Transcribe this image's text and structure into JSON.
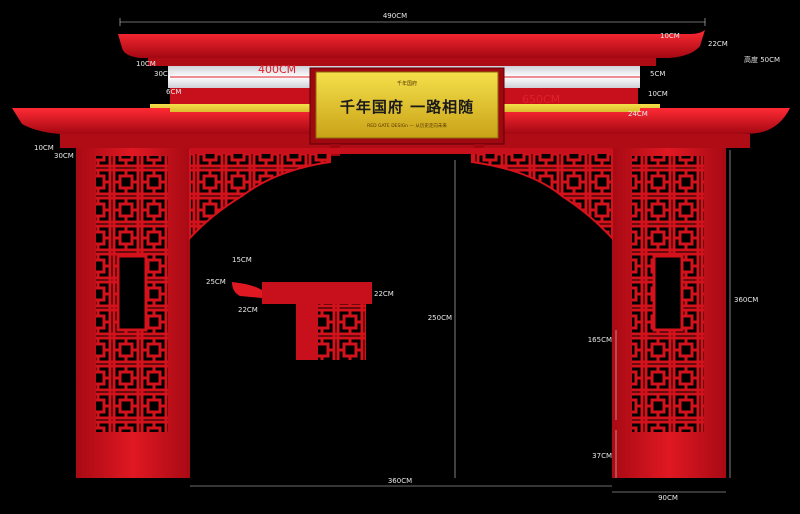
{
  "plaque": {
    "logo": "千年国府",
    "title": "千年国府  一路相随",
    "subtitle": "RED GATE DESIGn — 从历史走向未来"
  },
  "dimensions": {
    "top_width": "490CM",
    "roof_right_edge": "10CM",
    "roof_right_height": "22CM",
    "eave_side": "高度  50CM",
    "white_band": "400CM",
    "red_band": "650CM",
    "left_10": "10CM",
    "left_30": "30CM",
    "left_6": "6CM",
    "right_5": "5CM",
    "right_10": "10CM",
    "right_24": "24CM",
    "left_eave_10": "10CM",
    "left_eave_30": "30CM",
    "inner_height": "250CM",
    "pillar_height": "165CM",
    "pillar_base": "37CM",
    "total_height": "360CM",
    "bottom_width": "360CM",
    "pillar_width": "90CM",
    "detail_top": "15CM",
    "detail_left": "25CM",
    "detail_depth": "22CM",
    "detail_bottom": "22CM"
  },
  "colors": {
    "background": "#000000",
    "red": "#c8101c",
    "dark_red": "#8a0810",
    "gold": "#d9c43a",
    "white_band": "#e9e9ee",
    "yellow_band": "#e5c322"
  }
}
